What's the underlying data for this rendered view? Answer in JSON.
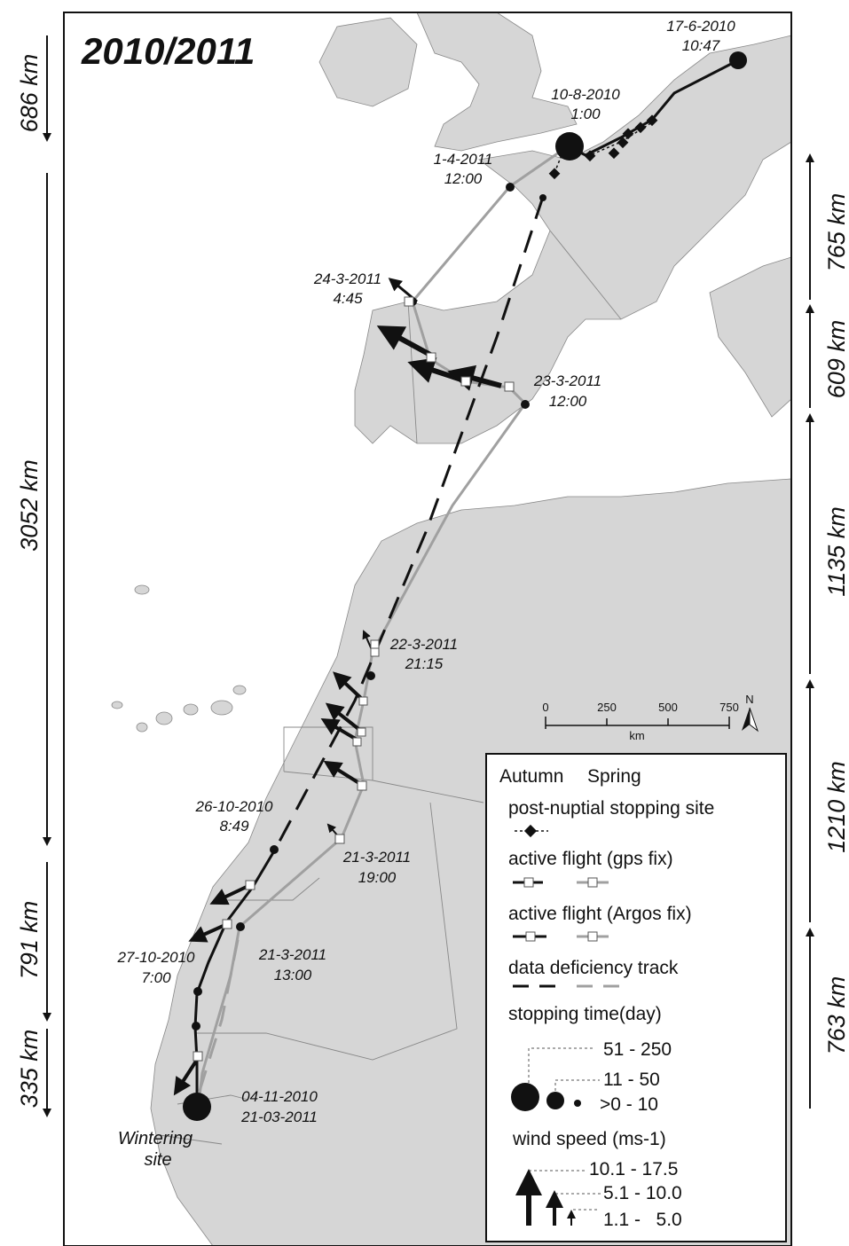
{
  "title": "2010/2011",
  "left_distances": [
    "686 km",
    "3052 km",
    "791 km",
    "335 km"
  ],
  "right_distances": [
    "765 km",
    "609 km",
    "1135 km",
    "1210 km",
    "763 km"
  ],
  "points": [
    {
      "date": "17-6-2010",
      "time": "10:47"
    },
    {
      "date": "10-8-2010",
      "time": "1:00"
    },
    {
      "date": "1-4-2011",
      "time": "12:00"
    },
    {
      "date": "24-3-2011",
      "time": "4:45"
    },
    {
      "date": "23-3-2011",
      "time": "12:00"
    },
    {
      "date": "22-3-2011",
      "time": "21:15"
    },
    {
      "date": "26-10-2010",
      "time": "8:49"
    },
    {
      "date": "21-3-2011",
      "time": "19:00"
    },
    {
      "date": "27-10-2010",
      "time": "7:00"
    },
    {
      "date": "21-3-2011",
      "time": "13:00"
    },
    {
      "date": "04-11-2010",
      "time": "21-03-2011"
    }
  ],
  "wintering_label": [
    "Wintering",
    "site"
  ],
  "scale_bar": {
    "ticks": [
      "0",
      "250",
      "500",
      "750"
    ],
    "unit": "km"
  },
  "north_label": "N",
  "legend": {
    "header_autumn": "Autumn",
    "header_spring": "Spring",
    "items": [
      "post-nuptial stopping site",
      "active flight (gps fix)",
      "active flight (Argos fix)",
      "data deficiency track"
    ],
    "stopping_title": "stopping time(day)",
    "stopping_ranges": [
      "51 - 250",
      "11 - 50",
      ">0 - 10"
    ],
    "wind_title": "wind speed (ms-1)",
    "wind_ranges": [
      "10.1 - 17.5",
      "5.1 - 10.0",
      "1.1 -   5.0"
    ]
  },
  "colors": {
    "land": "#d6d6d6",
    "sea": "#ffffff",
    "autumn": "#111111",
    "spring": "#a0a0a0"
  }
}
